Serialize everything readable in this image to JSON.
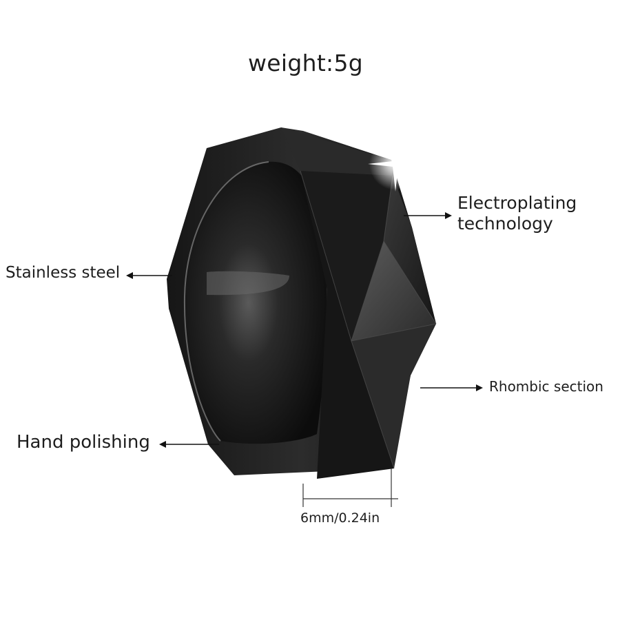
{
  "weight_label": "weight:5g",
  "callouts": {
    "electroplating_line1": "Electroplating",
    "electroplating_line2": "technology",
    "stainless": "Stainless steel",
    "rhombic": "Rhombic section",
    "polishing": "Hand polishing"
  },
  "dimension_label": "6mm/0.24in",
  "colors": {
    "background": "#ffffff",
    "ring": "#1a1a1a",
    "text": "#1e1e1e"
  }
}
